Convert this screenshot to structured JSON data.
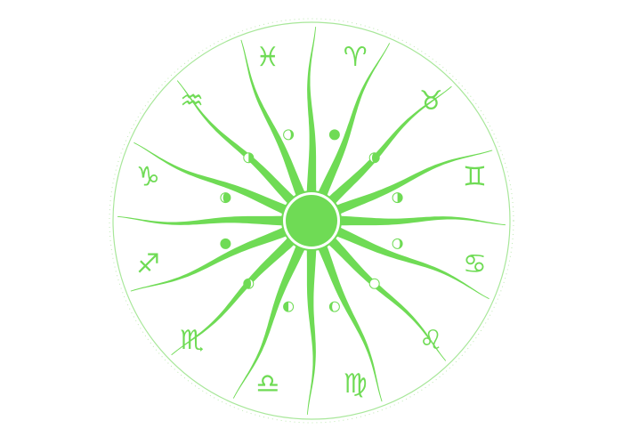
{
  "colors": {
    "accent": "#6fdb55",
    "outline": "#a8e79a",
    "dots": "#bfe9b4",
    "background": "#ffffff"
  },
  "signs": [
    {
      "name": "aries",
      "glyph": "♈"
    },
    {
      "name": "taurus",
      "glyph": "♉"
    },
    {
      "name": "gemini",
      "glyph": "♊"
    },
    {
      "name": "cancer",
      "glyph": "♋"
    },
    {
      "name": "leo",
      "glyph": "♌"
    },
    {
      "name": "virgo",
      "glyph": "♍"
    },
    {
      "name": "libra",
      "glyph": "♎"
    },
    {
      "name": "scorpio",
      "glyph": "♏"
    },
    {
      "name": "sagittarius",
      "glyph": "♐"
    },
    {
      "name": "capricorn",
      "glyph": "♑"
    },
    {
      "name": "aquarius",
      "glyph": "♒"
    },
    {
      "name": "pisces",
      "glyph": "♓"
    }
  ],
  "moon_phases": [
    "full-moon-icon",
    "waxing-gibbous-icon",
    "first-quarter-icon",
    "waxing-crescent-icon",
    "new-moon-icon",
    "waning-crescent-icon",
    "last-quarter-icon",
    "waning-gibbous-icon",
    "full-moon-icon",
    "waxing-gibbous-icon",
    "first-quarter-icon",
    "waxing-crescent-icon"
  ],
  "ray_count": 16
}
